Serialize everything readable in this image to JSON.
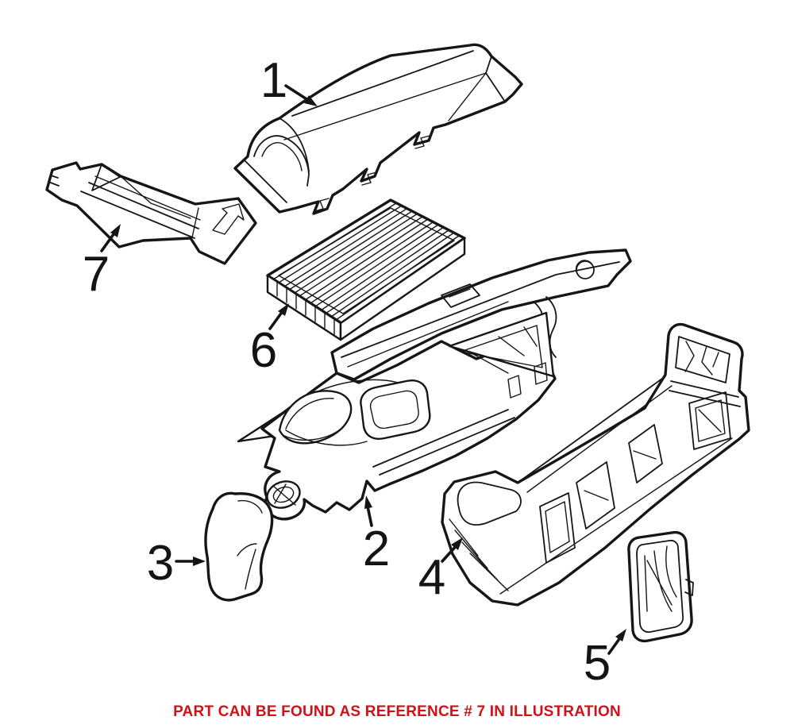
{
  "illustration": {
    "background_color": "#ffffff",
    "line_color": "#161616",
    "part_labels": [
      "1",
      "2",
      "3",
      "4",
      "5",
      "6",
      "7"
    ],
    "caption": {
      "text": "PART CAN BE FOUND AS REFERENCE # 7 IN ILLUSTRATION",
      "color": "#d01118"
    }
  }
}
